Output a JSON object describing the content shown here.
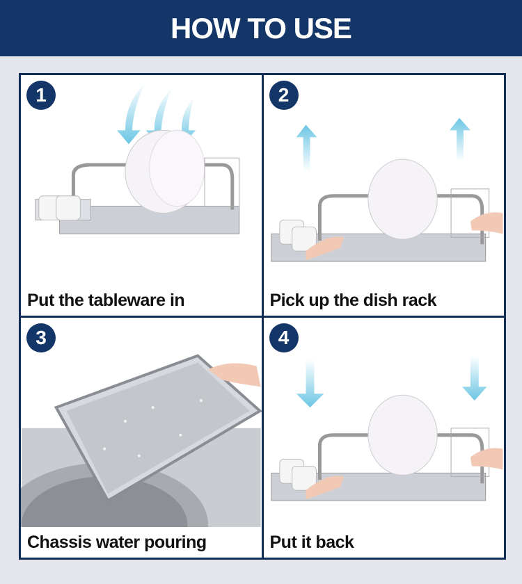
{
  "header": {
    "title": "HOW TO USE"
  },
  "steps": [
    {
      "number": "1",
      "caption": "Put the tableware in"
    },
    {
      "number": "2",
      "caption": "Pick up the dish rack"
    },
    {
      "number": "3",
      "caption": "Chassis water pouring"
    },
    {
      "number": "4",
      "caption": "Put it back"
    }
  ],
  "colors": {
    "header": "#133567",
    "border": "#0f2d56",
    "arrow": "#6cc6e4",
    "background": "#e5e6ec"
  }
}
